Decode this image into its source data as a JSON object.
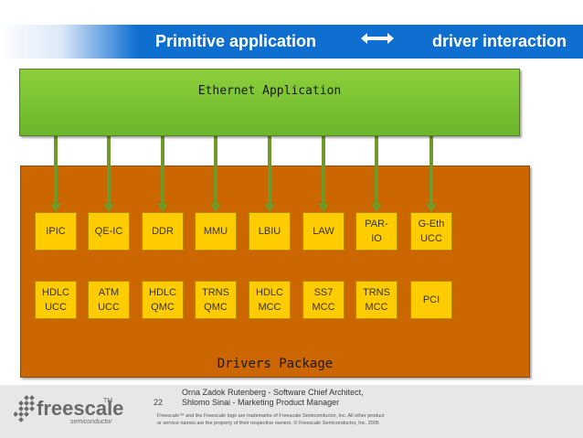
{
  "header": {
    "title_left": "Primitive application",
    "title_right": "driver interaction"
  },
  "diagram": {
    "app_label": "Ethernet Application",
    "package_label": "Drivers Package",
    "row1": [
      "IPIC",
      "QE-IC",
      "DDR",
      "MMU",
      "LBIU",
      "LAW",
      "PAR-\nIO",
      "G-Eth\nUCC"
    ],
    "row2": [
      "HDLC\nUCC",
      "ATM\nUCC",
      "HDLC\nQMC",
      "TRNS\nQMC",
      "HDLC\nMCC",
      "SS7\nMCC",
      "TRNS\nMCC",
      "PCI"
    ]
  },
  "footer": {
    "logo_text": "freescale",
    "logo_tm": "TM",
    "logo_sub": "semiconductor",
    "page_number": "22",
    "authors_line1": "Orna Zadok Rutenberg -  Software Chief Architect,",
    "authors_line2": "Shlomo Sinai - Marketing Product Manager",
    "legal_line1": "Freescale™ and the Freescale logo are trademarks of Freescale Semiconductor, Inc. All other product",
    "legal_line2": "or service names are the property of their respective owners. © Freescale Semiconductor, Inc. 2005"
  }
}
